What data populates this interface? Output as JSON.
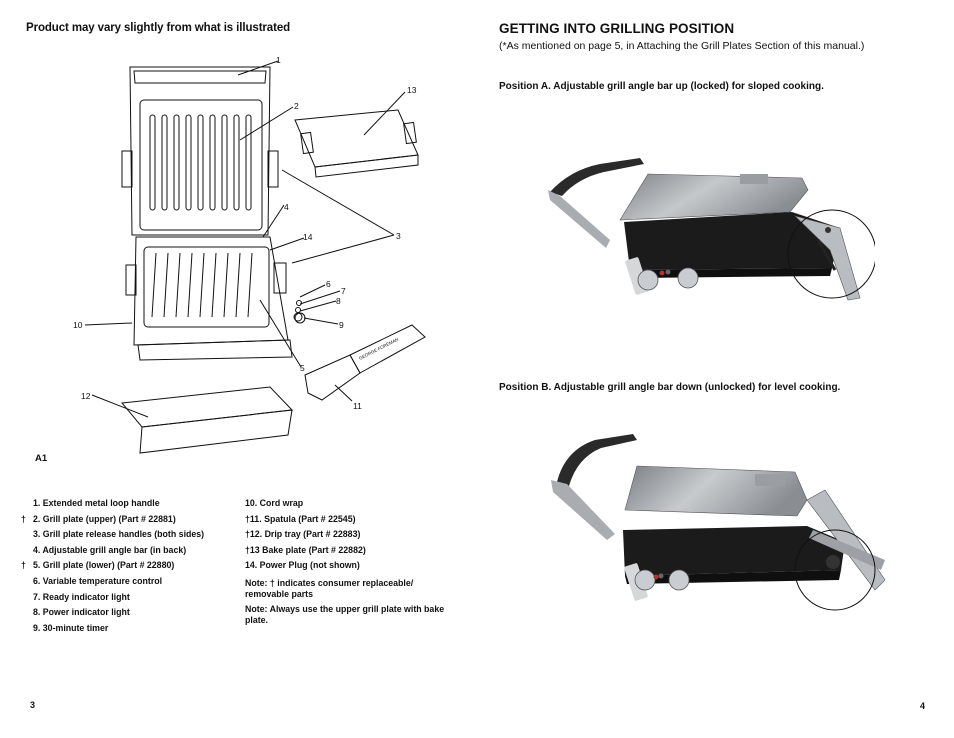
{
  "left_page": {
    "header": "Product may vary slightly from what is illustrated",
    "figure_label": "A1",
    "callouts": [
      "1",
      "2",
      "3",
      "4",
      "5",
      "6",
      "7",
      "8",
      "9",
      "10",
      "11",
      "12",
      "13",
      "14"
    ],
    "spatula_text": "GEORGE FOREMAN",
    "parts_col1": [
      {
        "dagger": "",
        "text": "1.  Extended metal loop handle"
      },
      {
        "dagger": "†",
        "text": "2.  Grill plate (upper) (Part # 22881)"
      },
      {
        "dagger": "",
        "text": "3.  Grill plate release handles (both sides)"
      },
      {
        "dagger": "",
        "text": "4.  Adjustable grill angle bar (in back)"
      },
      {
        "dagger": "†",
        "text": "5.  Grill plate (lower) (Part # 22880)"
      },
      {
        "dagger": "",
        "text": "6.  Variable temperature control"
      },
      {
        "dagger": "",
        "text": "7.  Ready indicator light"
      },
      {
        "dagger": "",
        "text": "8.  Power indicator light"
      },
      {
        "dagger": "",
        "text": "9.  30-minute timer"
      }
    ],
    "parts_col2": [
      {
        "text": "10.  Cord wrap"
      },
      {
        "text": "†11.  Spatula (Part # 22545)"
      },
      {
        "text": "†12.  Drip tray (Part # 22883)"
      },
      {
        "text": "†13   Bake plate (Part # 22882)"
      },
      {
        "text": "14.  Power Plug (not shown)"
      }
    ],
    "note1": "Note: † indicates consumer replaceable/ removable parts",
    "note2": "Note: Always use the upper grill plate with bake plate.",
    "page_number": "3"
  },
  "right_page": {
    "header": "GETTING INTO GRILLING POSITION",
    "subheader": "(*As mentioned on page 5, in Attaching the Grill Plates Section of this manual.)",
    "position_a": "Position A. Adjustable grill angle bar up (locked) for sloped cooking.",
    "position_b": "Position B. Adjustable grill angle bar down (unlocked) for level cooking.",
    "page_number": "4"
  },
  "colors": {
    "ink": "#111111",
    "steel": "#b9bcc0",
    "dark": "#222222"
  }
}
